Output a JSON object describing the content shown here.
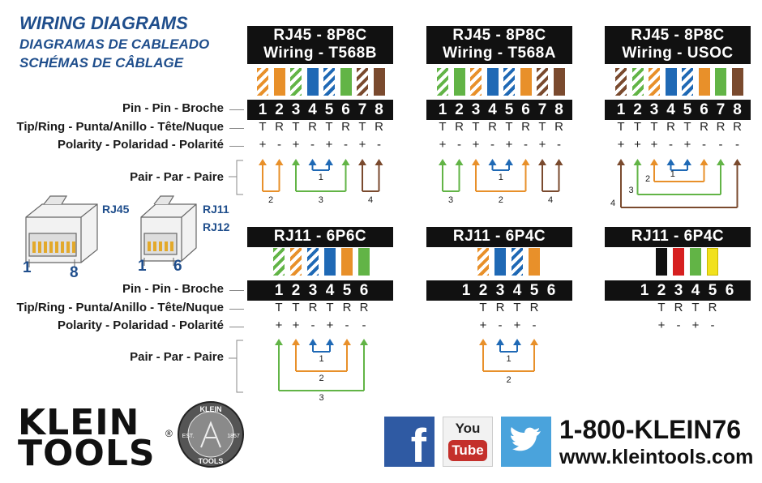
{
  "titles": [
    "WIRING DIAGRAMS",
    "DIAGRAMAS DE CABLEADO",
    "SCHÉMAS DE CÂBLAGE"
  ],
  "row_labels": {
    "pin": "Pin - Pin - Broche",
    "tipring": "Tip/Ring - Punta/Anillo - Tête/Nuque",
    "polarity": "Polarity - Polaridad - Polarité",
    "pair": "Pair - Par - Paire"
  },
  "colors": {
    "orange": "#e8902a",
    "green": "#62b446",
    "blue": "#1f69b5",
    "brown": "#7a4a2e",
    "black": "#111111",
    "red": "#d62020",
    "yellow": "#f1e11c",
    "header_bg": "#111111"
  },
  "connector_labels": {
    "rj45": "RJ45",
    "rj11": "RJ11",
    "rj12": "RJ12",
    "rj45_pin_first": "1",
    "rj45_pin_last": "8",
    "rj11_pin_first": "1",
    "rj11_pin_last": "6"
  },
  "panels": [
    {
      "id": "t568b",
      "header": [
        "RJ45 - 8P8C",
        "Wiring - T568B"
      ],
      "pins": [
        "1",
        "2",
        "3",
        "4",
        "5",
        "6",
        "7",
        "8"
      ],
      "wires": [
        "o-stripe",
        "orange",
        "g-stripe",
        "blue",
        "b-stripe",
        "green",
        "br-stripe",
        "brown"
      ],
      "tipring": [
        "T",
        "R",
        "T",
        "R",
        "T",
        "R",
        "T",
        "R"
      ],
      "polarity": [
        "+",
        "-",
        "+",
        "-",
        "+",
        "-",
        "+",
        "-"
      ],
      "pair_labels": [
        "1",
        "2",
        "3",
        "4"
      ]
    },
    {
      "id": "t568a",
      "header": [
        "RJ45 - 8P8C",
        "Wiring - T568A"
      ],
      "pins": [
        "1",
        "2",
        "3",
        "4",
        "5",
        "6",
        "7",
        "8"
      ],
      "wires": [
        "g-stripe",
        "green",
        "o-stripe",
        "blue",
        "b-stripe",
        "orange",
        "br-stripe",
        "brown"
      ],
      "tipring": [
        "T",
        "R",
        "T",
        "R",
        "T",
        "R",
        "T",
        "R"
      ],
      "polarity": [
        "+",
        "-",
        "+",
        "-",
        "+",
        "-",
        "+",
        "-"
      ],
      "pair_labels": [
        "1",
        "3",
        "2",
        "4"
      ]
    },
    {
      "id": "usoc",
      "header": [
        "RJ45 - 8P8C",
        "Wiring - USOC"
      ],
      "pins": [
        "1",
        "2",
        "3",
        "4",
        "5",
        "6",
        "7",
        "8"
      ],
      "wires": [
        "br-stripe",
        "g-stripe",
        "o-stripe",
        "blue",
        "b-stripe",
        "orange",
        "green",
        "brown"
      ],
      "tipring": [
        "T",
        "T",
        "T",
        "R",
        "T",
        "R",
        "R",
        "R"
      ],
      "polarity": [
        "+",
        "+",
        "+",
        "-",
        "+",
        "-",
        "-",
        "-"
      ],
      "pair_labels": [
        "1",
        "2",
        "3",
        "4"
      ]
    },
    {
      "id": "rj11-6p6c",
      "header": [
        "RJ11 - 6P6C"
      ],
      "pins": [
        "1",
        "2",
        "3",
        "4",
        "5",
        "6"
      ],
      "wires": [
        "g-stripe",
        "o-stripe",
        "b-stripe",
        "blue",
        "orange",
        "green"
      ],
      "tipring": [
        "T",
        "T",
        "R",
        "T",
        "R",
        "R"
      ],
      "polarity": [
        "+",
        "+",
        "-",
        "+",
        "-",
        "-"
      ],
      "pair_labels": [
        "1",
        "2",
        "3"
      ]
    },
    {
      "id": "rj11-6p4c-color",
      "header": [
        "RJ11 - 6P4C"
      ],
      "pins": [
        "1",
        "2",
        "3",
        "4",
        "5",
        "6"
      ],
      "wires": [
        "o-stripe",
        "blue",
        "b-stripe",
        "orange"
      ],
      "tipring": [
        "T",
        "R",
        "T",
        "R"
      ],
      "polarity": [
        "+",
        "-",
        "+",
        "-"
      ],
      "pair_labels": [
        "1",
        "2"
      ]
    },
    {
      "id": "rj11-6p4c-bry",
      "header": [
        "RJ11 - 6P4C"
      ],
      "pins": [
        "1",
        "2",
        "3",
        "4",
        "5",
        "6"
      ],
      "wires": [
        "black",
        "red",
        "green",
        "yellow"
      ],
      "tipring": [
        "T",
        "R",
        "T",
        "R"
      ],
      "polarity": [
        "+",
        "-",
        "+",
        "-"
      ],
      "pair_labels": []
    }
  ],
  "brand": {
    "line1": "KLEIN",
    "line2": "TOOLS",
    "registered": "®",
    "seal_top": "KLEIN",
    "seal_bottom": "TOOLS",
    "seal_left": "EST.",
    "seal_right": "1857"
  },
  "social": {
    "facebook": "f",
    "youtube_top": "You",
    "youtube_bottom": "Tube",
    "twitter": "twitter-bird"
  },
  "contact": {
    "phone": "1-800-KLEIN76",
    "website": "www.kleintools.com"
  }
}
